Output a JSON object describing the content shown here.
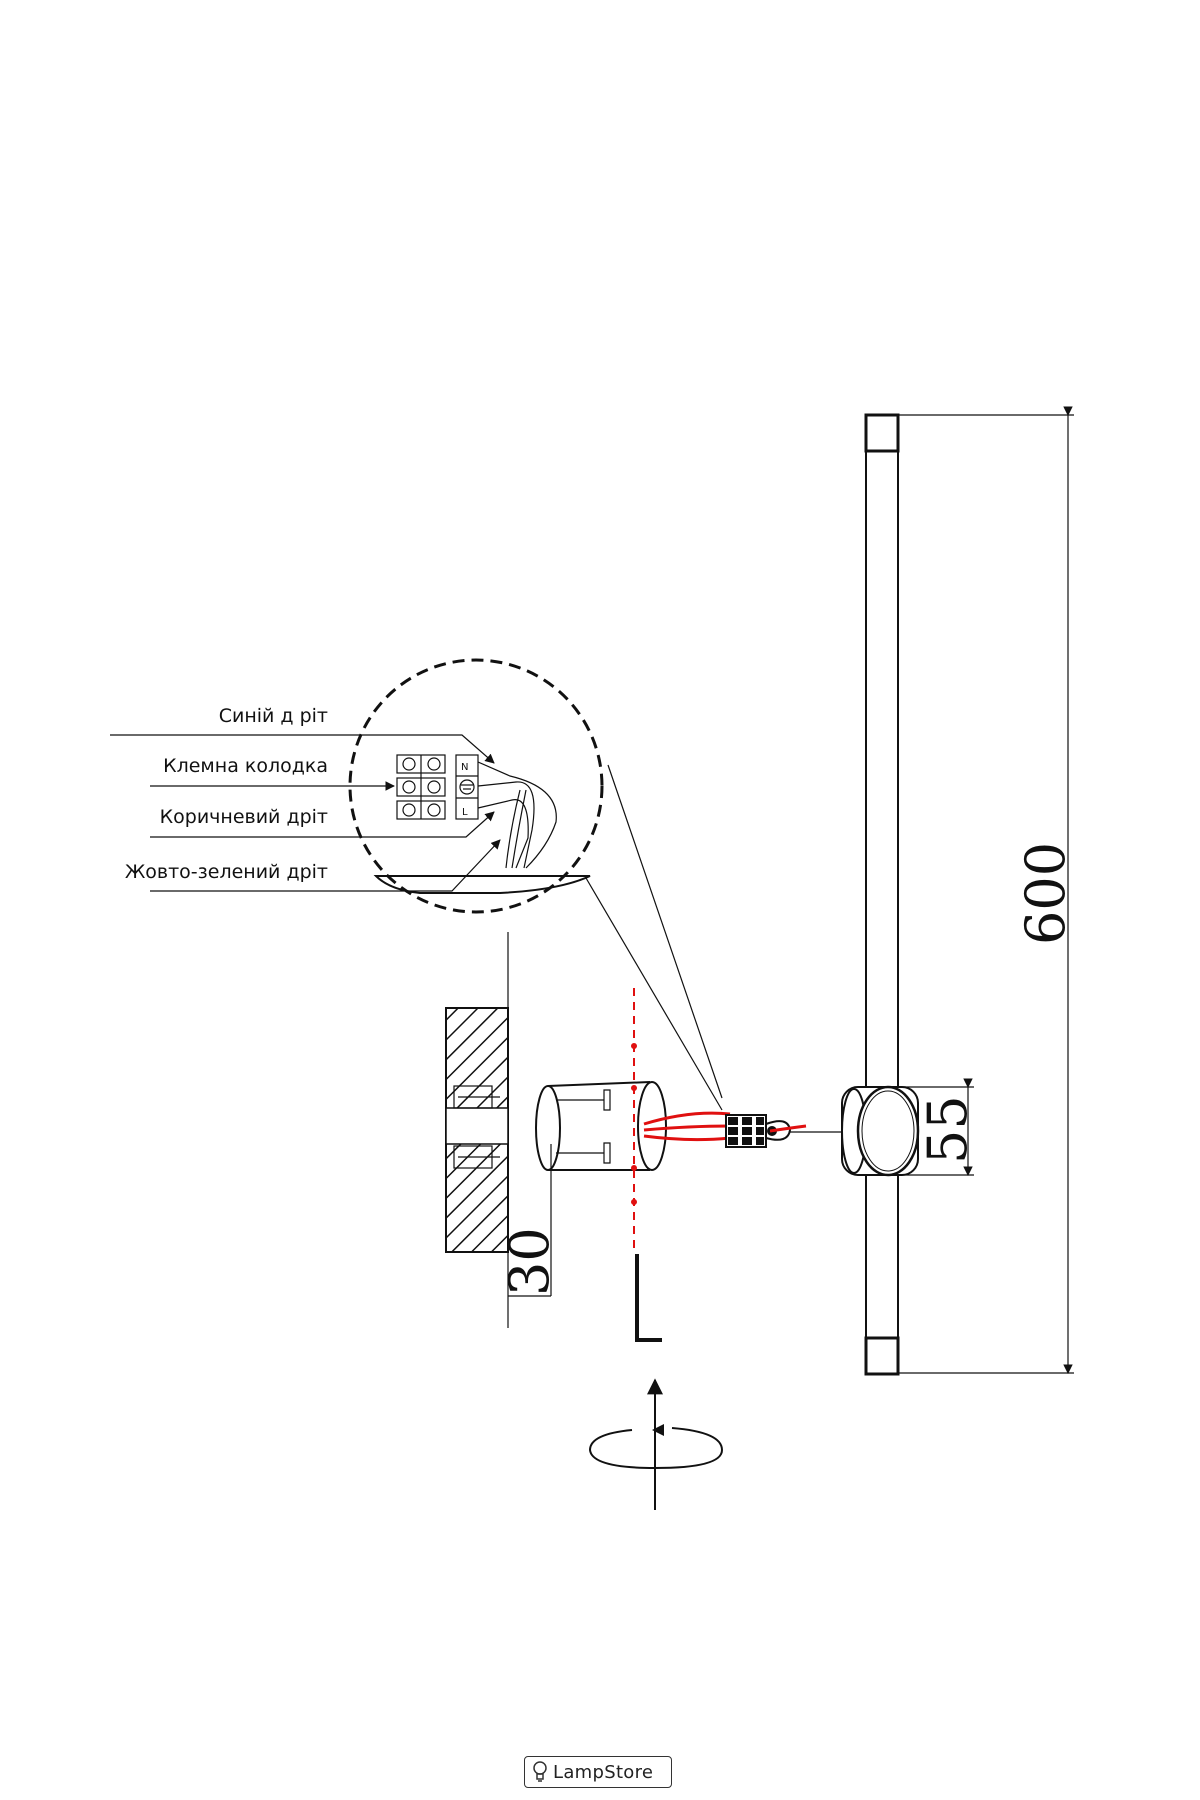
{
  "labels": {
    "blue_wire": "Синій д ріт",
    "terminal_block": "Клемна колодка",
    "brown_wire": "Коричневий дріт",
    "yellow_green_wire": "Жовто-зелений дріт"
  },
  "terminal_marks": {
    "n": "N",
    "l": "L"
  },
  "dimensions": {
    "total_length": "600",
    "base_diameter": "55",
    "depth": "30"
  },
  "logo": {
    "text": "LampStore"
  },
  "colors": {
    "wire": "#e01010",
    "line": "#111111"
  },
  "icons": [
    "rotate-arrow-icon",
    "hex-key-icon",
    "ground-icon",
    "bulb-icon"
  ]
}
